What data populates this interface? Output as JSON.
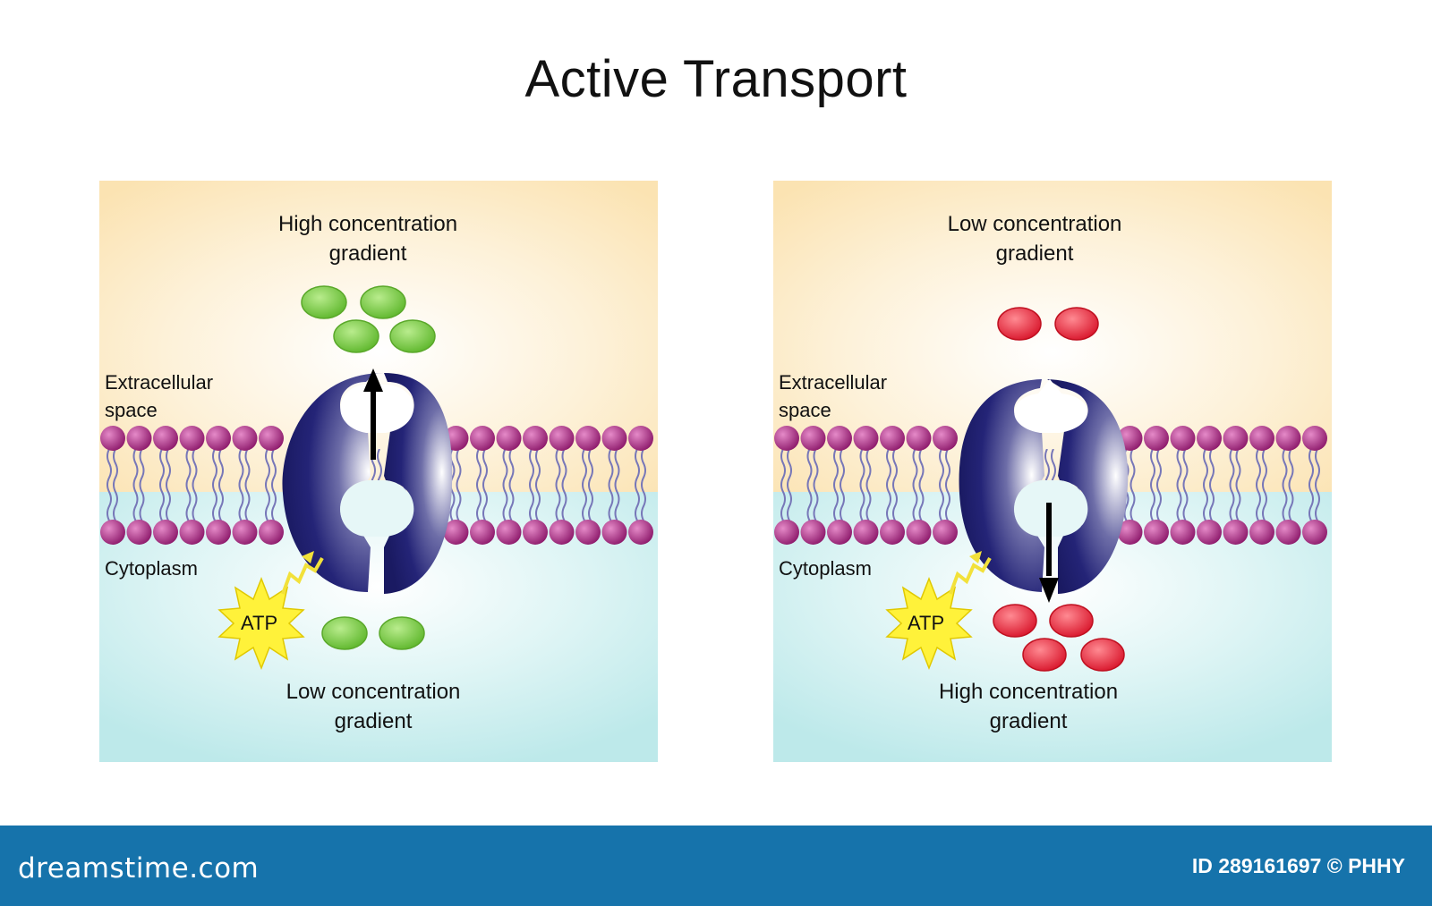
{
  "title": "Active Transport",
  "panels": [
    {
      "top_label": "High concentration\ngradient",
      "bottom_label": "Low concentration\ngradient",
      "side_top": "Extracellular\nspace",
      "side_bottom": "Cytoplasm",
      "atp": "ATP",
      "arrow_direction": "up",
      "molecule_color": "#7ac943",
      "molecules_above": 4,
      "molecules_below": 2
    },
    {
      "top_label": "Low concentration\ngradient",
      "bottom_label": "High concentration\ngradient",
      "side_top": "Extracellular\nspace",
      "side_bottom": "Cytoplasm",
      "atp": "ATP",
      "arrow_direction": "down",
      "molecule_color": "#e8293a",
      "molecules_above": 2,
      "molecules_below": 4
    }
  ],
  "colors": {
    "extracellular": "#fbe8c0",
    "cytoplasm": "#c7eeee",
    "lipid_head": "#a3267e",
    "protein": "#1e1e6e",
    "footer": "#1673ab"
  },
  "footer": {
    "logo": "dreamstime.com",
    "id_text": "ID 289161697 © PHHY"
  }
}
